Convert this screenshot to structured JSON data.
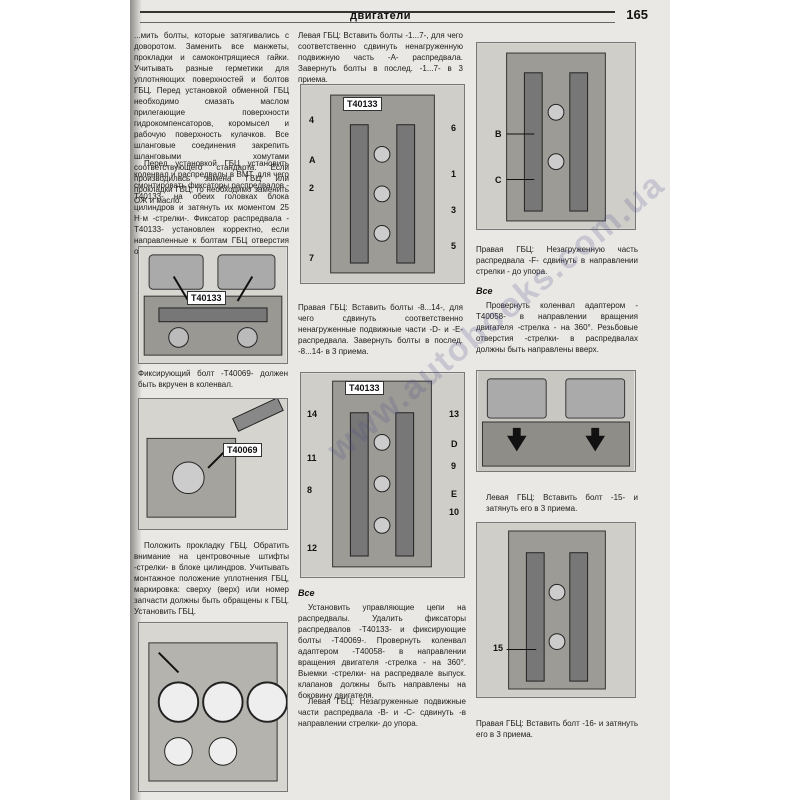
{
  "header": {
    "section_title": "двигатели",
    "page_number": "165"
  },
  "left_column": {
    "intro_paragraph": "...мить болты, которые затягивались с доворотом. Заменить все манжеты, прокладки и самоконтрящиеся гайки. Учитывать разные герметики для уплотняющих поверхностей и болтов ГБЦ. Перед установкой обменной ГБЦ необходимо смазать маслом прилегающие поверхности гидрокомпенсаторов, коромысел и рабочую поверхность кулачков. Все шланговые соединения закрепить шланговыми хомутами соответствующего стандарта. Если производилась замена ГБЦ или прокладки ГБЦ, то необходимо заменить ОЖ и масло.",
    "second_paragraph": "Перед установкой ГБЦ установить коленвал и распредвалы в ВМТ, для чего смонтировать фиксаторы распредвалов -T40133- на обеих головках блока цилиндров и затянуть их моментом 25 Н·м -стрелки-. Фиксатор распредвала -T40133- установлен корректно, если направленные к болтам ГБЦ отверстия остаются свободными.",
    "figure1_tag": "T40133",
    "caption_figure2": "Фиксирующий болт -T40069- должен быть вкручен в коленвал.",
    "figure2_tag": "T40069",
    "third_paragraph": "Положить прокладку ГБЦ. Обратить внимание на центровочные штифты -стрелки- в блоке цилиндров. Учитывать монтажное положение уплотнения ГБЦ, маркировка: сверху (верх) или номер запчасти должны быть обращены к ГБЦ. Установить ГБЦ."
  },
  "middle_column": {
    "caption_left_head": "Левая ГБЦ: Вставить болты -1...7-, для чего соответственно сдвинуть ненагруженную подвижную часть -А- распредвала. Завернуть болты в послед. -1...7- в 3 приема.",
    "figure3_tag": "T40133",
    "figure3_callouts": [
      "4",
      "6",
      "A",
      "1",
      "2",
      "3",
      "5",
      "7"
    ],
    "caption_right_head": "Правая ГБЦ: Вставить болты -8...14-, для чего сдвинуть соответственно ненагруженные подвижные части -D- и -E- распредвала. Завернуть болты в послед. -8...14- в 3 приема.",
    "figure4_tag": "T40133",
    "figure4_callouts": [
      "14",
      "13",
      "D",
      "11",
      "9",
      "8",
      "E",
      "10",
      "12"
    ],
    "subhead_all": "Все",
    "install_paragraph": "Установить управляющие цепи на распредвалы. Удалить фиксаторы распредвалов -T40133- и фиксирующие болты -T40069-. Провернуть коленвал адаптером -T40058- в направлении вращения двигателя -стрелка - на 360°. Выемки -стрелки- на распредвале выпуск. клапанов должны быть направлены на боковину двигателя.",
    "left_unloaded": "Левая ГБЦ: Незагруженные подвижные части распредвала -В- и -С- сдвинуть -в направлении стрелки- до упора."
  },
  "right_column": {
    "figure5_callouts": [
      "B",
      "C"
    ],
    "caption_right_unloaded": "Правая ГБЦ: Незагруженную часть распредвала -F- сдвинуть в направлении стрелки - до упора.",
    "subhead_all": "Все",
    "check_paragraph": "Провернуть коленвал адаптером -T40058- в направлении вращения двигателя -стрелка - на 360°. Резьбовые отверстия -стрелки- в распредвалах должны быть направлены вверх.",
    "caption_bolt15": "Левая ГБЦ: Вставить болт -15- и затянуть его в 3 приема.",
    "figure7_callouts": [
      "15"
    ],
    "caption_bolt16": "Правая ГБЦ: Вставить болт -16- и затянуть его в 3 приема."
  },
  "watermark": "www.autobooks.com.ua"
}
